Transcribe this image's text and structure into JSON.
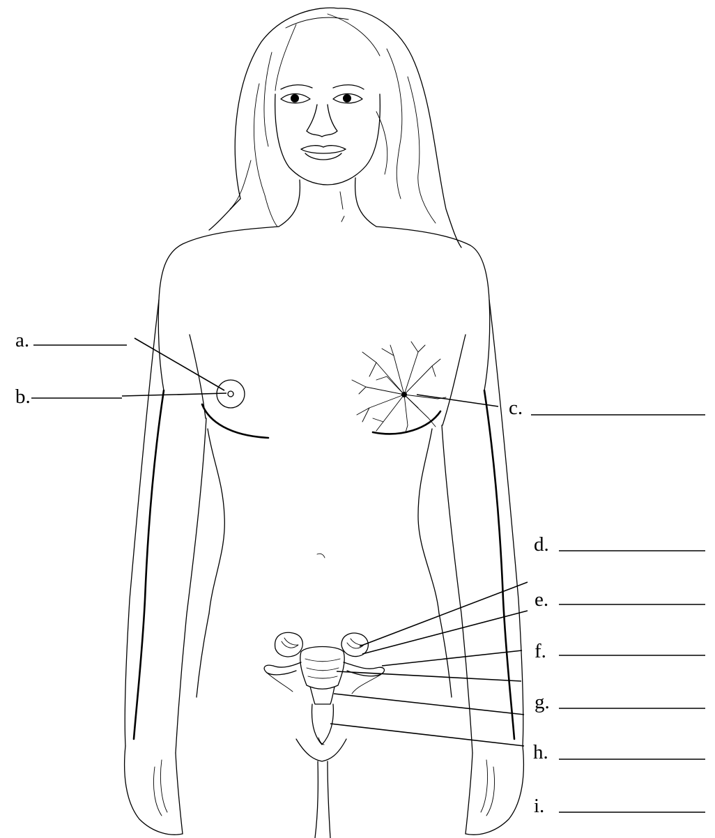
{
  "labels": {
    "a": "a.",
    "b": "b.",
    "c": "c.",
    "d": "d.",
    "e": "e.",
    "f": "f.",
    "g": "g.",
    "h": "h.",
    "i": "i."
  },
  "colors": {
    "ink": "#000000",
    "paper": "#ffffff"
  }
}
